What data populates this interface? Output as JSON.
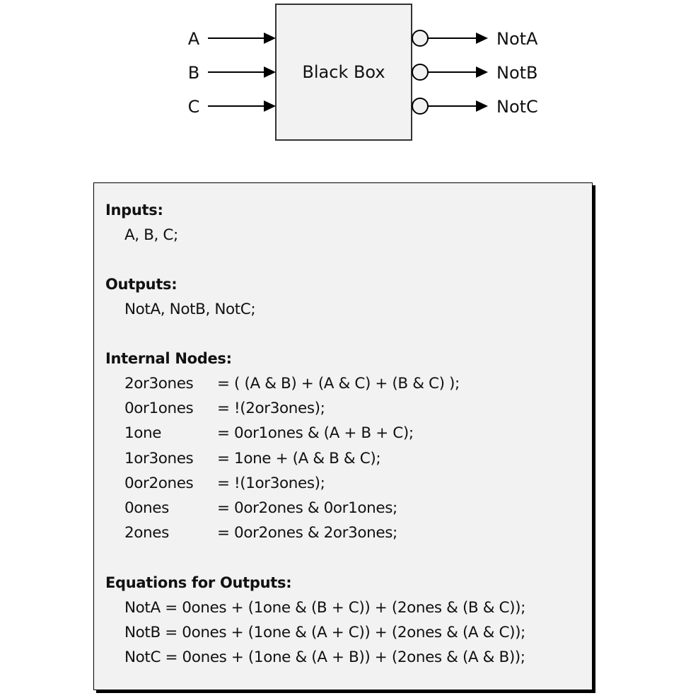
{
  "diagram": {
    "box_label": "Black Box",
    "inputs": [
      "A",
      "B",
      "C"
    ],
    "outputs": [
      "NotA",
      "NotB",
      "NotC"
    ],
    "colors": {
      "box_fill": "#f2f2f2",
      "stroke": "#000000",
      "bubble_fill": "#f2f2f2"
    }
  },
  "panel": {
    "inputs": {
      "title": "Inputs:",
      "lines": [
        "A, B, C;"
      ]
    },
    "outputs": {
      "title": "Outputs:",
      "lines": [
        "NotA, NotB, NotC;"
      ]
    },
    "internal_nodes": {
      "title": "Internal Nodes:",
      "rows": [
        {
          "name": "2or3ones",
          "expr": "= ( (A & B) + (A & C) + (B & C) );"
        },
        {
          "name": "0or1ones",
          "expr": "= !(2or3ones);"
        },
        {
          "name": "1one",
          "expr": "= 0or1ones & (A + B + C);"
        },
        {
          "name": "1or3ones",
          "expr": "= 1one + (A & B & C);"
        },
        {
          "name": "0or2ones",
          "expr": "= !(1or3ones);"
        },
        {
          "name": "0ones",
          "expr": "= 0or2ones & 0or1ones;"
        },
        {
          "name": "2ones",
          "expr": "= 0or2ones & 2or3ones;"
        }
      ]
    },
    "equations": {
      "title": "Equations for Outputs:",
      "lines": [
        "NotA = 0ones + (1one & (B + C)) + (2ones & (B & C));",
        "NotB = 0ones + (1one & (A + C)) + (2ones & (A & C));",
        "NotC = 0ones + (1one & (A + B)) + (2ones & (A & B));"
      ]
    },
    "colors": {
      "background": "#f2f2f2",
      "border": "#000000",
      "shadow": "#000000"
    }
  }
}
